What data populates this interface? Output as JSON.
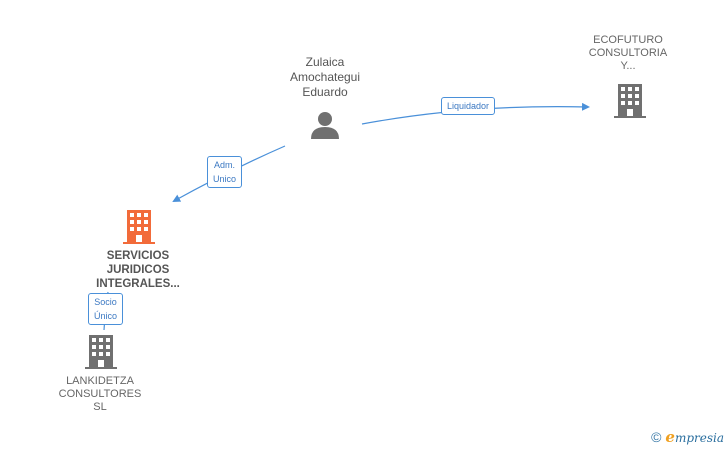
{
  "nodes": {
    "person": {
      "label": "Zulaica\nAmochategui\nEduardo",
      "icon": "person-icon",
      "color": "#707070"
    },
    "ecofuturo": {
      "label": "ECOFUTURO\nCONSULTORIA\nY...",
      "icon": "building-icon",
      "color": "#707070"
    },
    "servicios": {
      "label": "SERVICIOS\nJURIDICOS\nINTEGRALES...",
      "icon": "building-icon",
      "color": "#f26b3a"
    },
    "lankidetza": {
      "label": "LANKIDETZA\nCONSULTORES\nSL",
      "icon": "building-icon",
      "color": "#707070"
    }
  },
  "edges": {
    "liquidador": {
      "label": "Liquidador"
    },
    "adm_unico": {
      "label": "Adm.\nUnico"
    },
    "socio_unico": {
      "label": "Socio\nÚnico"
    }
  },
  "colors": {
    "edge": "#4a90d9",
    "accent": "#f26b3a"
  },
  "brand": {
    "copyright": "©",
    "name_initial": "e",
    "name_rest": "mpresia"
  }
}
